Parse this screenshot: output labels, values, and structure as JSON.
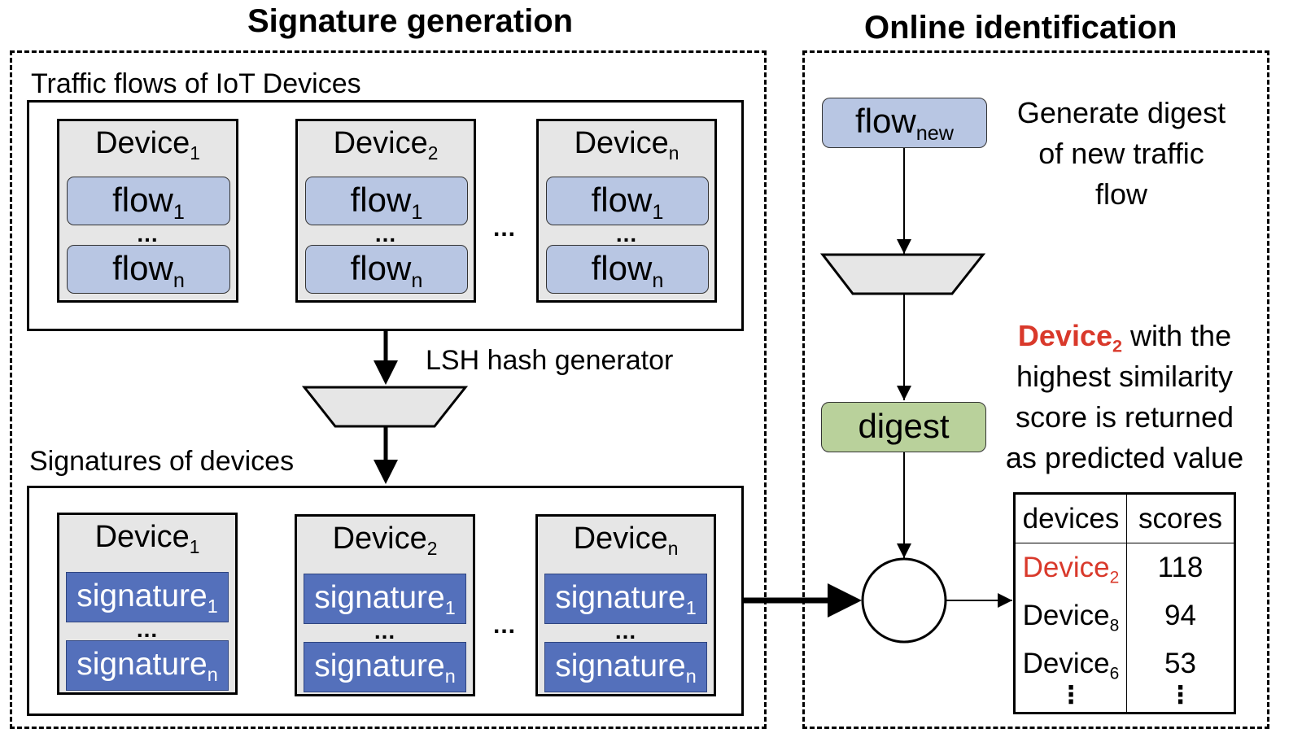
{
  "titles": {
    "signature_generation": "Signature generation",
    "online_identification": "Online identification"
  },
  "signature_generation": {
    "traffic_section_label": "Traffic flows of IoT Devices",
    "signatures_section_label": "Signatures of devices",
    "hash_label": "LSH hash generator",
    "ellipsis": "...",
    "traffic_devices": [
      {
        "name": "Device",
        "sub": "1",
        "flows": [
          {
            "name": "flow",
            "sub": "1"
          },
          {
            "name": "flow",
            "sub": "n"
          }
        ]
      },
      {
        "name": "Device",
        "sub": "2",
        "flows": [
          {
            "name": "flow",
            "sub": "1"
          },
          {
            "name": "flow",
            "sub": "n"
          }
        ]
      },
      {
        "name": "Device",
        "sub": "n",
        "flows": [
          {
            "name": "flow",
            "sub": "1"
          },
          {
            "name": "flow",
            "sub": "n"
          }
        ]
      }
    ],
    "signature_devices": [
      {
        "name": "Device",
        "sub": "1",
        "signatures": [
          {
            "name": "signature",
            "sub": "1"
          },
          {
            "name": "signature",
            "sub": "n"
          }
        ]
      },
      {
        "name": "Device",
        "sub": "2",
        "signatures": [
          {
            "name": "signature",
            "sub": "1"
          },
          {
            "name": "signature",
            "sub": "n"
          }
        ]
      },
      {
        "name": "Device",
        "sub": "n",
        "signatures": [
          {
            "name": "signature",
            "sub": "1"
          },
          {
            "name": "signature",
            "sub": "n"
          }
        ]
      }
    ]
  },
  "online_identification": {
    "flow_new": {
      "name": "flow",
      "sub": "new"
    },
    "digest_label": "digest",
    "generate_text": [
      "Generate digest",
      "of new traffic",
      "flow"
    ],
    "result_text": {
      "device_name": "Device",
      "device_sub": "2",
      "line1_rest": " with the",
      "lines": [
        "highest similarity",
        "score is returned",
        "as predicted value"
      ]
    },
    "table": {
      "headers": [
        "devices",
        "scores"
      ],
      "rows": [
        {
          "device": "Device",
          "sub": "2",
          "score": "118",
          "highlight": true
        },
        {
          "device": "Device",
          "sub": "8",
          "score": "94",
          "highlight": false
        },
        {
          "device": "Device",
          "sub": "6",
          "score": "53",
          "highlight": false
        }
      ],
      "continuation": "⋮"
    }
  },
  "colors": {
    "flow_fill": "#b8c6e3",
    "signature_fill": "#5470bb",
    "digest_fill": "#b9d19b",
    "device_fill": "#e6e6e6",
    "highlight_red": "#d9392b"
  }
}
